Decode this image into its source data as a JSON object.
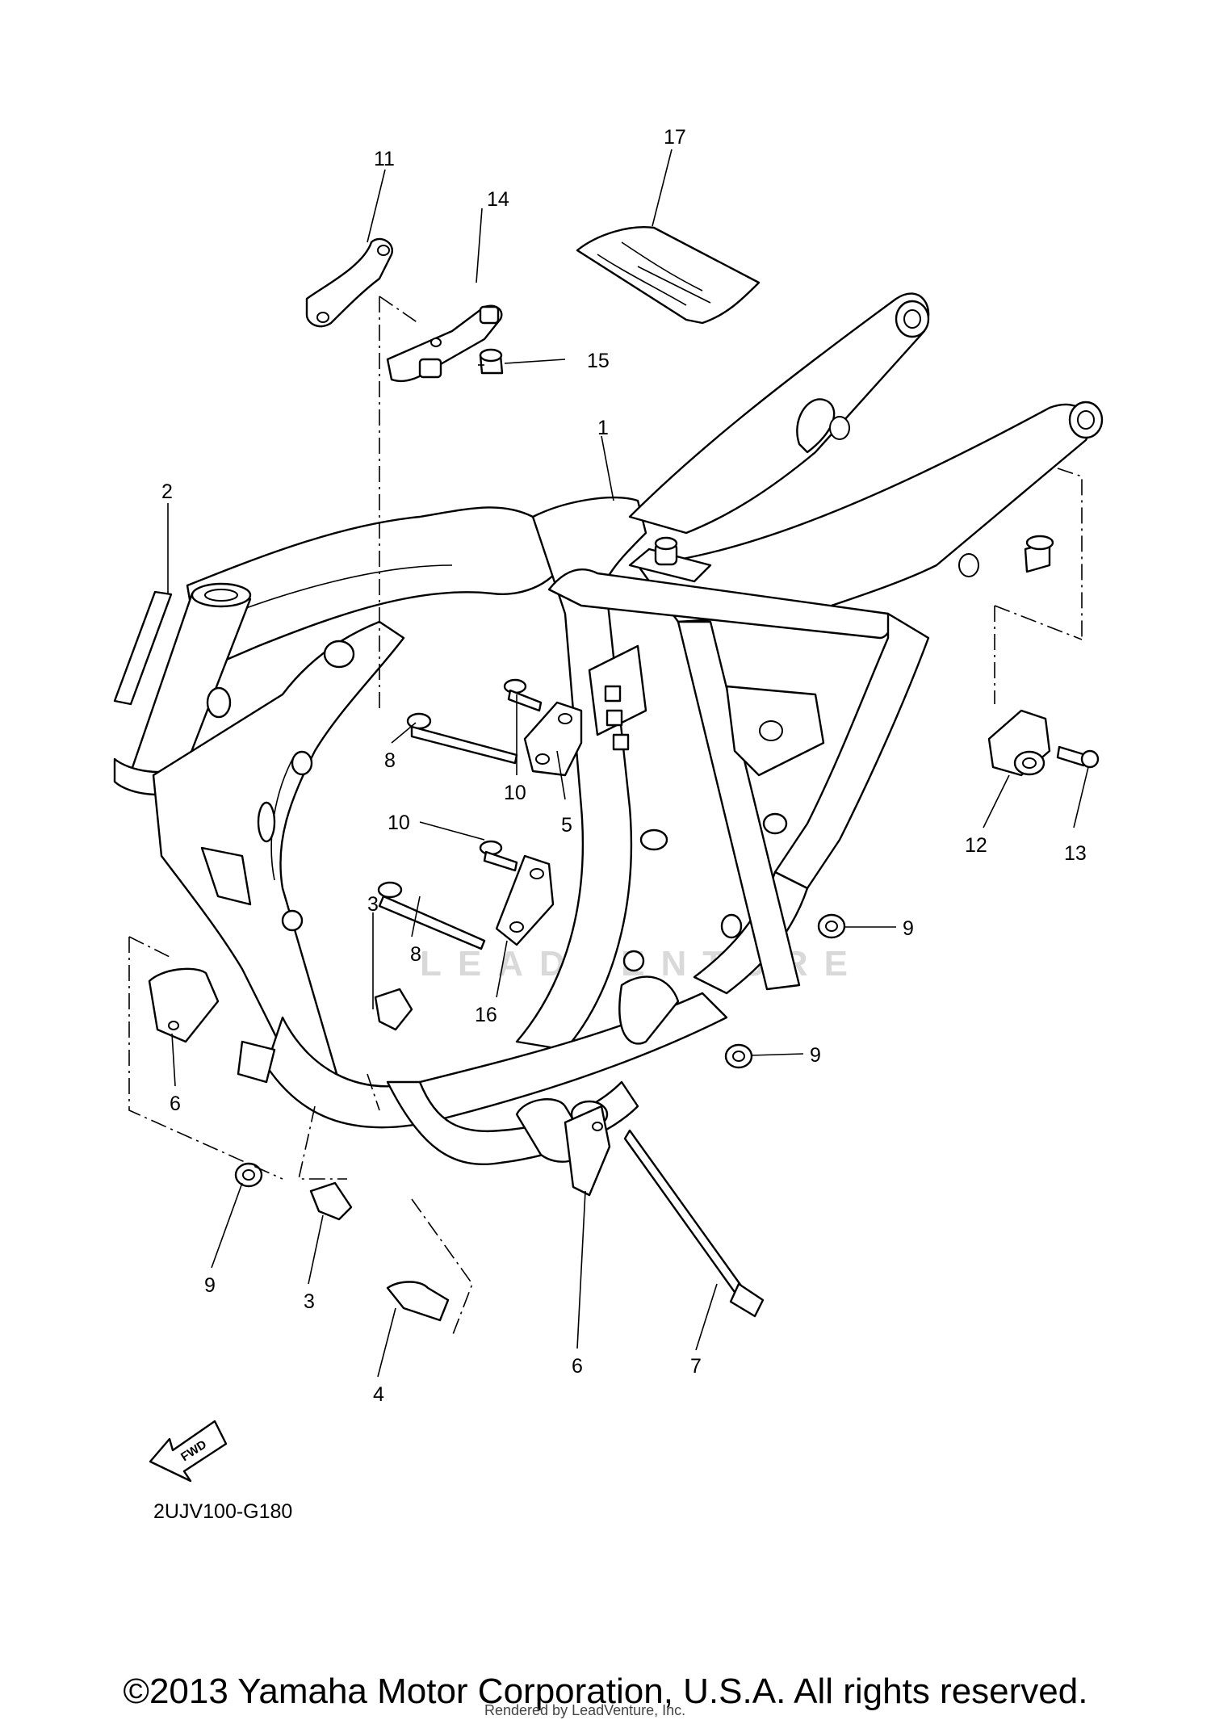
{
  "diagram": {
    "watermark": "LEADVENTURE",
    "fwd_label": "FWD",
    "drawing_code": "2UJV100-G180",
    "callouts": {
      "c1": "1",
      "c2": "2",
      "c3a": "3",
      "c3b": "3",
      "c4": "4",
      "c5": "5",
      "c6a": "6",
      "c6b": "6",
      "c7": "7",
      "c8a": "8",
      "c8b": "8",
      "c9a": "9",
      "c9b": "9",
      "c9c": "9",
      "c10a": "10",
      "c10b": "10",
      "c11": "11",
      "c12": "12",
      "c13": "13",
      "c14": "14",
      "c15": "15",
      "c16": "16",
      "c17": "17"
    }
  },
  "footer": {
    "copyright": "©2013 Yamaha Motor Corporation, U.S.A. All rights reserved.",
    "rendered_by": "Rendered by LeadVenture, Inc."
  }
}
